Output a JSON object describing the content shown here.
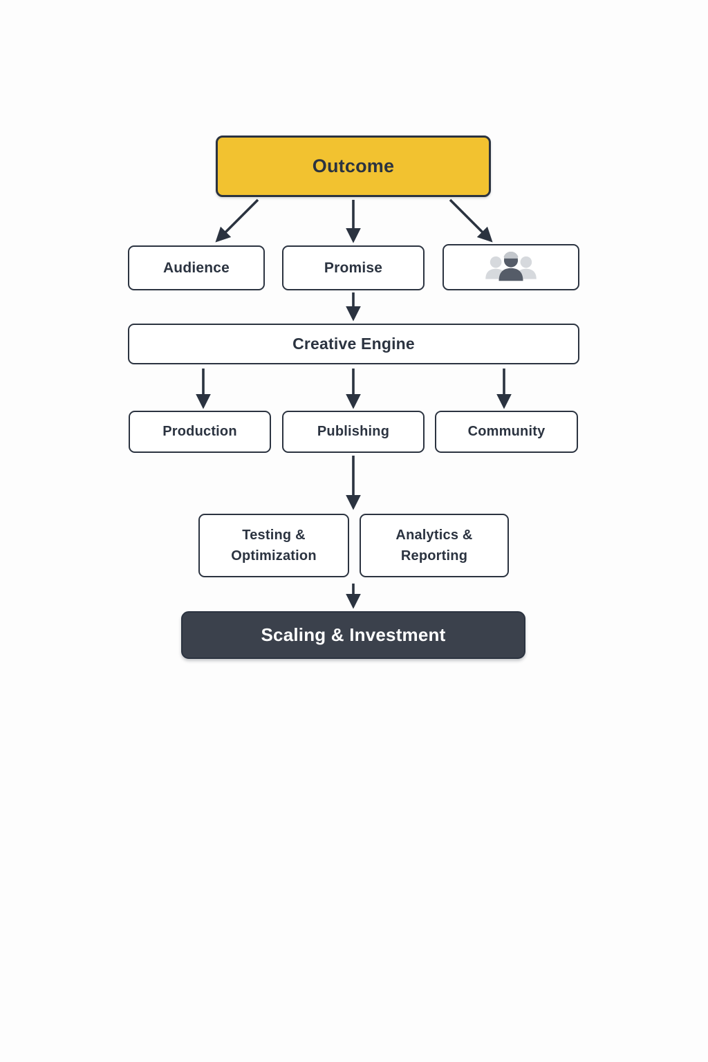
{
  "diagram": {
    "type": "flowchart",
    "background": "#fdfdfd",
    "colors": {
      "accent_fill": "#f2c230",
      "dark_fill": "#3b414c",
      "node_fill": "#ffffff",
      "stroke": "#2b3340",
      "arrow": "#2b3340",
      "text_dark": "#2b3340",
      "text_light": "#ffffff",
      "icon_muted": "#d6d9dd",
      "icon_strong": "#555c68"
    },
    "nodes": {
      "outcome": {
        "label": "Outcome"
      },
      "audience": {
        "label": "Audience"
      },
      "promise": {
        "label": "Promise"
      },
      "team": {
        "label": "",
        "icon": "people-group-icon"
      },
      "creative_engine": {
        "label": "Creative Engine"
      },
      "production": {
        "label": "Production"
      },
      "publishing": {
        "label": "Publishing"
      },
      "community": {
        "label": "Community"
      },
      "testing_optimization": {
        "label": "Testing & Optimization"
      },
      "analytics_reporting": {
        "label": "Analytics & Reporting"
      },
      "scaling_investment": {
        "label": "Scaling & Investment"
      }
    },
    "edges": [
      {
        "from": "outcome",
        "to": "audience"
      },
      {
        "from": "outcome",
        "to": "promise"
      },
      {
        "from": "outcome",
        "to": "team"
      },
      {
        "from": "promise",
        "to": "creative_engine"
      },
      {
        "from": "creative_engine",
        "to": "production"
      },
      {
        "from": "creative_engine",
        "to": "publishing"
      },
      {
        "from": "creative_engine",
        "to": "community"
      },
      {
        "from": "publishing",
        "to": "testing_optimization_analytics_reporting"
      },
      {
        "from": "testing_optimization_analytics_reporting",
        "to": "scaling_investment"
      }
    ]
  }
}
